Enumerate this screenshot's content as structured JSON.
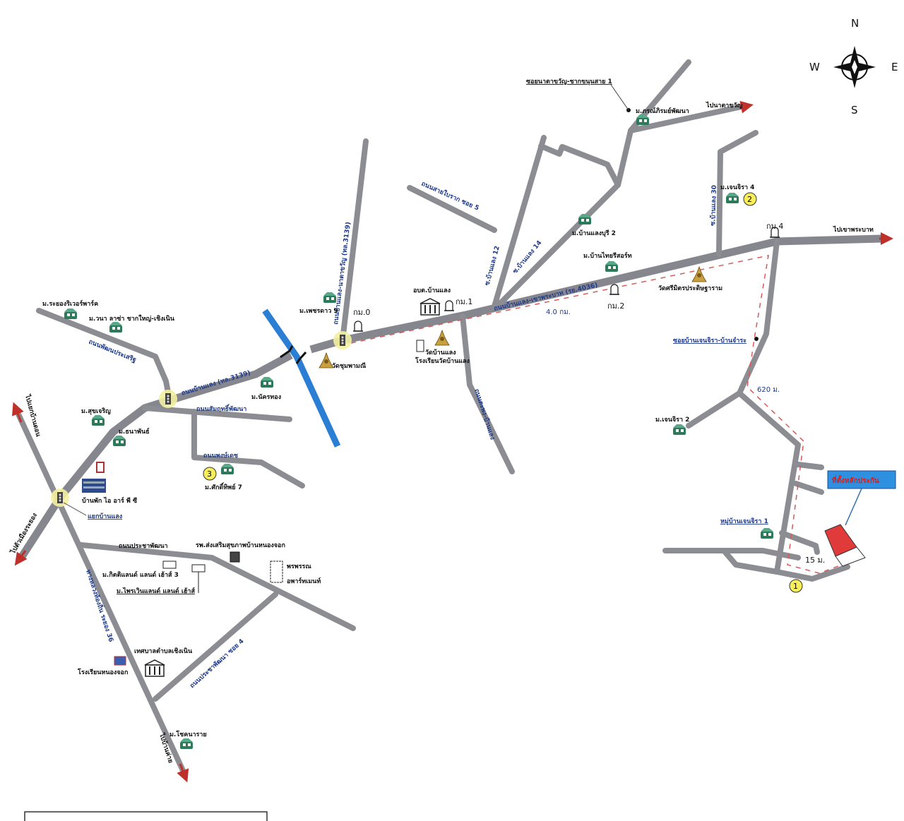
{
  "compass": {
    "north": "N",
    "east": "E",
    "south": "S",
    "west": "W"
  },
  "colors": {
    "road": "#8c8c93",
    "river": "#2a7fd4",
    "route": "#d65a5a",
    "junction": "#f3f0a0",
    "house": "#2d7a5a",
    "property": "#e03a3a",
    "label_box": "#2f8fe0"
  },
  "property_label": "ที่ตั้งหลักประกัน",
  "markers": [
    "1",
    "2",
    "3"
  ],
  "roads": {
    "main_east": "ถนนบ้านแลง-เขาพระบาท (รย.4036)",
    "main_west": "ถนนบ้านแลง (ทล.3139)",
    "north": "ถนนบ้านแลง-นาตาขวัญ (ทล.3139)",
    "bairak": "ถนนสายใบราก ซอย 5",
    "soi12": "ซ.บ้านแลง 12",
    "soi14": "ซ.บ้านแลง 14",
    "soi30": "ซ.บ้านแลง 30",
    "takhong": "ถนนตะพง-บ้านแลง",
    "natakwan_soi": "ซอยนาตาขวัญ-ชากขนุนสาย 1",
    "jenjira_soi": "ซอยบ้านเจนจิรา-บ้านจำระ",
    "pattana": "ถนนพัฒนประเสริฐ",
    "samrit": "ถนนสัมฤทธิ์พัฒนา",
    "pongdet": "ถนนพงษ์เดช",
    "pracha": "ถนนประชาพัฒนา",
    "pracha_soi4": "ถนนประชาพัฒนา ซอย 4",
    "rural36": "ทางหลวงท้องถิ่น ระยอง 36"
  },
  "directions": {
    "to_natakwan": "ไปนาตาขวัญ",
    "to_khaophrabat": "ไปเขาพระบาท",
    "to_bandon": "ไปแยกบ้านดอน",
    "to_city": "ไปตัวเมืองระยอง",
    "to_bankhai": "ไปบ้านค่าย"
  },
  "km_posts": [
    "กม.0",
    "กม.1",
    "กม.2",
    "กม.4"
  ],
  "distances": {
    "main": "4.0 กม.",
    "soi": "620 ม.",
    "last": "15 ม."
  },
  "places": {
    "phonphirom": "ม.ภรณ์ภิรมย์พัฒนา",
    "jenjira4": "ม.เจนจิรา 4",
    "banlaengburi2": "ม.บ้านแลงบุรี 2",
    "banthairesort": "ม.บ้านไทยรีสอร์ท",
    "wat_srimit": "วัดศรีมิตรประดิษฐาราม",
    "obt": "อบต.บ้านแลง",
    "wat_banlaeng": "วัดบ้านแลง",
    "school_banlaeng": "โรงเรียนวัดบ้านแลง",
    "petchdao9": "ม.เพชรดาว 9",
    "wat_chumpha": "วัดชุมพามณี",
    "jenjira2": "ม.เจนจิรา 2",
    "jenjira1": "หมู่บ้านเจนจิรา 1",
    "riverpark": "ม.ระยองริเวอร์พาร์ค",
    "wanalaza": "ม.วนา ลาซ่า ชากใหญ่-เชิงเนิน",
    "nakornthong": "ม.นัครทอง",
    "sukcharoen": "ม.สุขเจริญ",
    "thanaphan": "ม.ธนาพันธ์",
    "sakthip7": "ม.ศักดิ์ทิพย์ 7",
    "irpc": "บ้านพัก ไอ อาร์ พี ซี",
    "junction_banlaeng": "แยกบ้านแลง",
    "hospital": "รพ.ส่งเสริมสุขภาพบ้านหนองจอก",
    "kittiland": "ม.กิตติแลนด์ แลนด์ เฮ้าส์ 3",
    "praiwinland": "ม.ไพรเวินแลนด์ แลนด์ เฮ้าส์",
    "apartment_1": "พรพรรณ",
    "apartment_2": "อพาร์ทเมนท์",
    "municipality": "เทศบาลตำบลเชิงเนิน",
    "school_nongjok": "โรงเรียนหนองจอก",
    "chokcharoen": "ม.โชคนาราย"
  }
}
